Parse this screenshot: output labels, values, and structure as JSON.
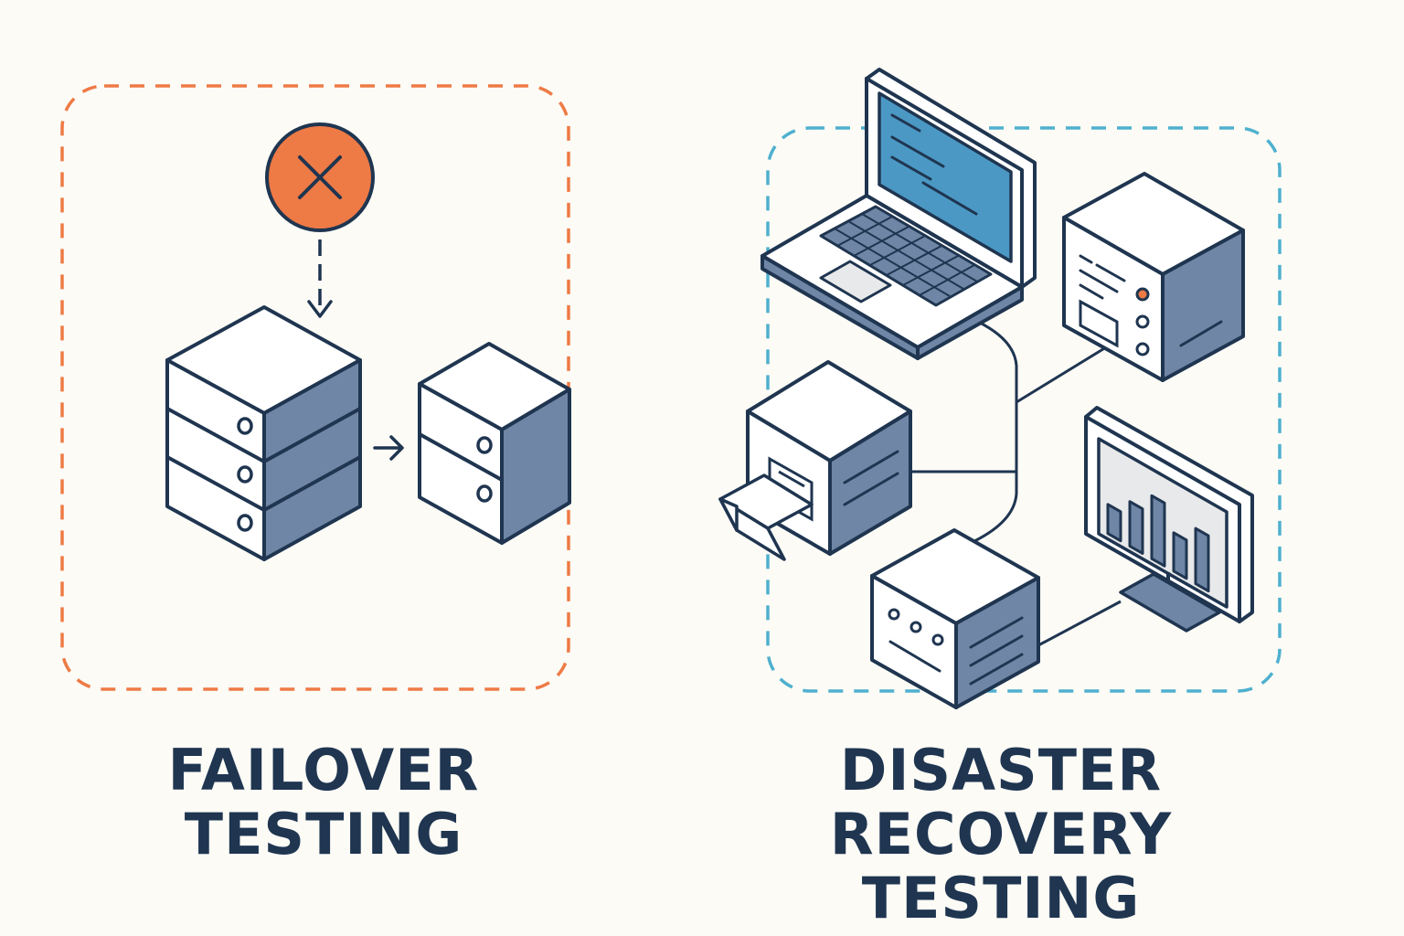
{
  "colors": {
    "background": "#fcfbf6",
    "outline": "#1f3550",
    "failover_accent": "#ee7a45",
    "recovery_accent": "#4fb0cf",
    "server_shade": "#6f86a6",
    "screen": "#4b98c4",
    "label_text": "#1f3550"
  },
  "failover": {
    "title_line1": "FAILOVER",
    "title_line2": "TESTING",
    "failure_icon": "x-circle-icon",
    "arrow_down_icon": "dashed-arrow-down-icon",
    "arrow_right_icon": "arrow-right-icon",
    "primary_server_icon": "server-rack-icon",
    "backup_server_icon": "server-rack-icon"
  },
  "recovery": {
    "title_line1": "DISASTER RECOVERY",
    "title_line2": "TESTING",
    "laptop_icon": "laptop-icon",
    "server_icon": "server-box-icon",
    "backup_drive_icon": "backup-drive-icon",
    "storage_icon": "storage-box-icon",
    "monitor_icon": "monitor-bar-chart-icon",
    "monitor_bars": [
      0.38,
      0.58,
      0.82,
      0.5,
      0.72
    ]
  }
}
